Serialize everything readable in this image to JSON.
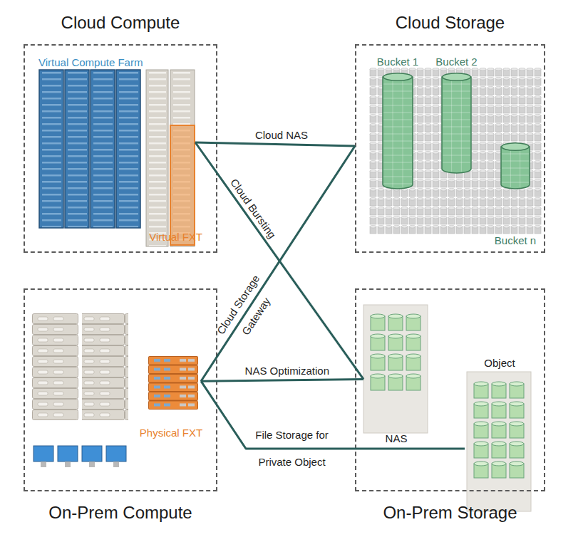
{
  "diagram": {
    "nodes": [
      {
        "text": [
          "Cloud Compute"
        ]
      },
      {
        "text": [
          "Virtual Compute Farm"
        ],
        "in": 0
      },
      {
        "text": [
          "Virtual FXT"
        ],
        "in": 0
      },
      {
        "text": [
          "Cloud Storage"
        ]
      },
      {
        "text": [
          "Bucket 1"
        ],
        "in": 3
      },
      {
        "text": [
          "Bucket 2"
        ],
        "in": 3
      },
      {
        "text": [
          "Bucket n"
        ],
        "in": 3
      },
      {
        "text": [
          "On-Prem Compute"
        ]
      },
      {
        "text": [
          "Physical FXT"
        ],
        "in": 7
      },
      {
        "text": [
          "On-Prem Storage"
        ]
      },
      {
        "text": [
          "NAS"
        ],
        "in": 9
      },
      {
        "text": [
          "Object"
        ],
        "in": 9
      }
    ],
    "edges": [
      {
        "from": 2,
        "to": 3,
        "label": "Cloud NAS",
        "arrow": "none"
      },
      {
        "from": 2,
        "to": 10,
        "label": "Cloud Bursting",
        "arrow": "none"
      },
      {
        "from": 8,
        "to": 3,
        "label": "Cloud Storage Gateway",
        "arrow": "none"
      },
      {
        "from": 8,
        "to": 10,
        "label": "NAS Optimization",
        "arrow": "none"
      },
      {
        "from": 8,
        "to": 11,
        "label": "File Storage for Private Object",
        "arrow": "none"
      }
    ]
  }
}
